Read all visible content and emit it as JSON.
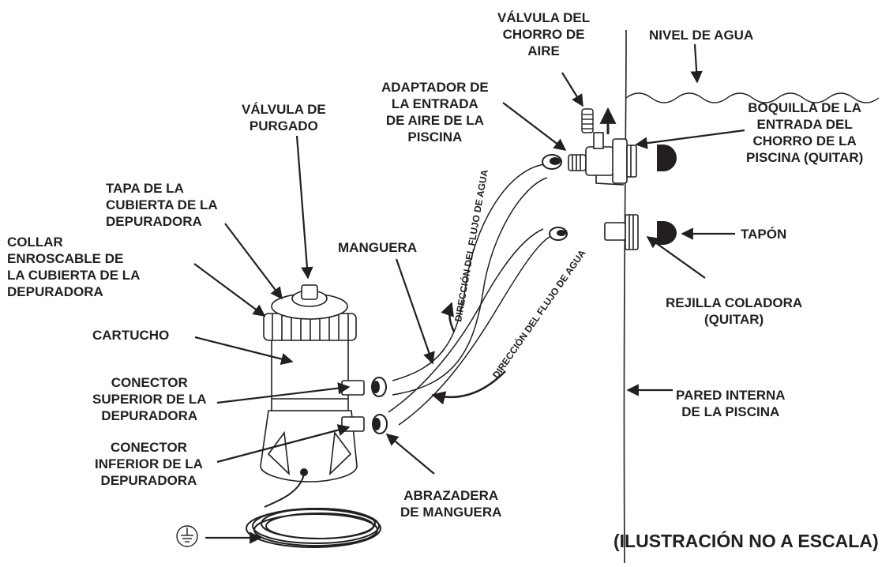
{
  "labels": {
    "valvula_chorro_aire": [
      "VÁLVULA DEL",
      "CHORRO DE",
      "AIRE"
    ],
    "nivel_agua": [
      "NIVEL DE AGUA"
    ],
    "adaptador_entrada_aire": [
      "ADAPTADOR DE",
      "LA ENTRADA",
      "DE AIRE DE LA",
      "PISCINA"
    ],
    "boquilla_entrada_chorro": [
      "BOQUILLA DE LA",
      "ENTRADA DEL",
      "CHORRO DE LA",
      "PISCINA (QUITAR)"
    ],
    "valvula_purgado": [
      "VÁLVULA DE",
      "PURGADO"
    ],
    "tapa_cubierta": [
      "TAPA DE LA",
      "CUBIERTA DE LA",
      "DEPURADORA"
    ],
    "collar_enroscable": [
      "COLLAR",
      "ENROSCABLE DE",
      "LA CUBIERTA DE LA",
      "DEPURADORA"
    ],
    "manguera": [
      "MANGUERA"
    ],
    "tapon": [
      "TAPÓN"
    ],
    "rejilla_coladora": [
      "REJILLA COLADORA",
      "(QUITAR)"
    ],
    "cartucho": [
      "CARTUCHO"
    ],
    "conector_superior": [
      "CONECTOR",
      "SUPERIOR DE LA",
      "DEPURADORA"
    ],
    "pared_interna": [
      "PARED INTERNA",
      "DE LA PISCINA"
    ],
    "conector_inferior": [
      "CONECTOR",
      "INFERIOR DE LA",
      "DEPURADORA"
    ],
    "abrazadera_manguera": [
      "ABRAZADERA",
      "DE MANGUERA"
    ]
  },
  "flow_text": "DIRECCIÓN DEL FLUJO DE AGUA",
  "note": "(ILUSTRACIÓN NO A ESCALA)",
  "icons": {
    "ground": "ground-symbol-icon"
  },
  "colors": {
    "ink": "#231f20",
    "paper": "#ffffff"
  }
}
